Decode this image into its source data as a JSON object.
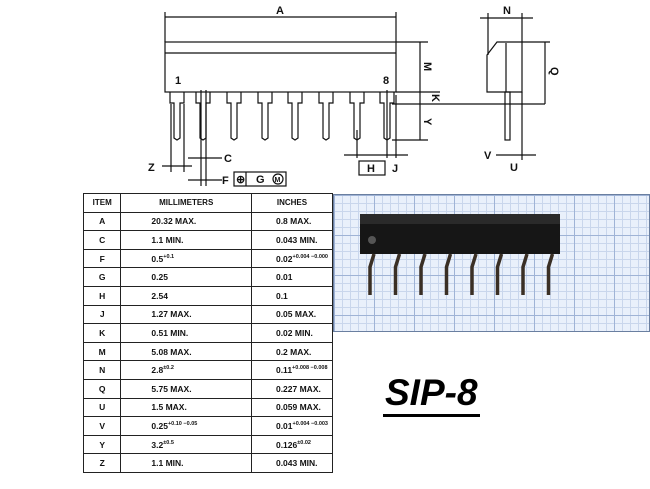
{
  "drawing": {
    "labels": {
      "A": "A",
      "M": "M",
      "K": "K",
      "Y": "Y",
      "C": "C",
      "Z": "Z",
      "F": "F",
      "G": "G",
      "H": "H",
      "J": "J",
      "N": "N",
      "Q": "Q",
      "V": "V",
      "U": "U",
      "pin1": "1",
      "pin8": "8"
    },
    "position_tolerance_symbol": "⊕",
    "mmc_symbol": "M"
  },
  "table": {
    "headers": [
      "ITEM",
      "MILLIMETERS",
      "INCHES"
    ],
    "rows": [
      {
        "item": "A",
        "mm": "20.32 MAX.",
        "mm_tol": "",
        "in": "0.8  MAX.",
        "in_tol": ""
      },
      {
        "item": "C",
        "mm": "1.1  MIN.",
        "mm_tol": "",
        "in": "0.043 MIN.",
        "in_tol": ""
      },
      {
        "item": "F",
        "mm": "0.5",
        "mm_tol": "+0.1",
        "in": "0.02",
        "in_tol": "+0.004 −0.000"
      },
      {
        "item": "G",
        "mm": "0.25",
        "mm_tol": "",
        "in": "0.01",
        "in_tol": ""
      },
      {
        "item": "H",
        "mm": "2.54",
        "mm_tol": "",
        "in": "0.1",
        "in_tol": ""
      },
      {
        "item": "J",
        "mm": "1.27 MAX.",
        "mm_tol": "",
        "in": "0.05  MAX.",
        "in_tol": ""
      },
      {
        "item": "K",
        "mm": "0.51 MIN.",
        "mm_tol": "",
        "in": "0.02  MIN.",
        "in_tol": ""
      },
      {
        "item": "M",
        "mm": "5.08 MAX.",
        "mm_tol": "",
        "in": "0.2  MAX.",
        "in_tol": ""
      },
      {
        "item": "N",
        "mm": "2.8",
        "mm_tol": "±0.2",
        "in": "0.11",
        "in_tol": "+0.008 −0.008"
      },
      {
        "item": "Q",
        "mm": "5.75 MAX.",
        "mm_tol": "",
        "in": "0.227 MAX.",
        "in_tol": ""
      },
      {
        "item": "U",
        "mm": "1.5  MAX.",
        "mm_tol": "",
        "in": "0.059 MAX.",
        "in_tol": ""
      },
      {
        "item": "V",
        "mm": "0.25",
        "mm_tol": "+0.10 −0.05",
        "in": "0.01",
        "in_tol": "+0.004 −0.003"
      },
      {
        "item": "Y",
        "mm": "3.2",
        "mm_tol": "±0.5",
        "in": "0.126",
        "in_tol": "±0.02"
      },
      {
        "item": "Z",
        "mm": "1.1  MIN.",
        "mm_tol": "",
        "in": "0.043 MIN.",
        "in_tol": ""
      }
    ]
  },
  "package_title": "SIP-8"
}
